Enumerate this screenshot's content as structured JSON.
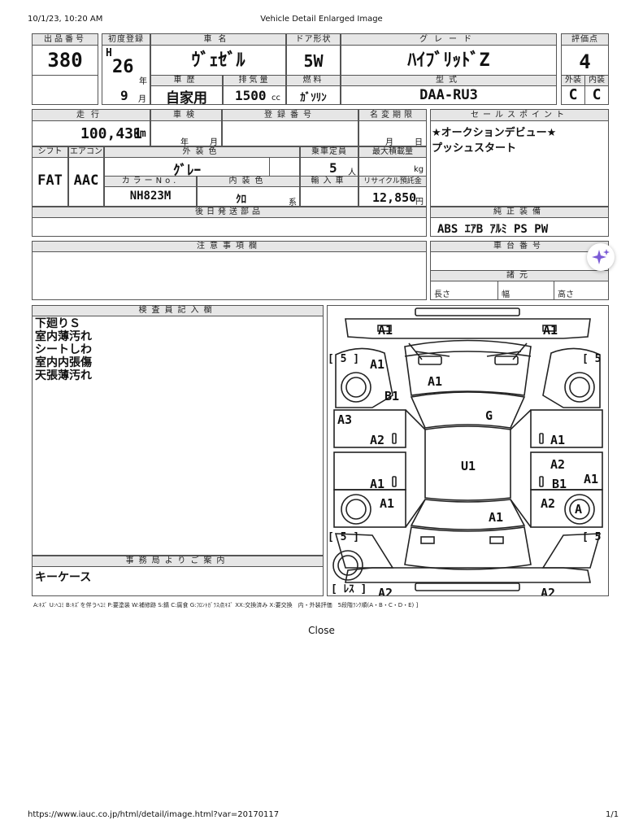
{
  "print_header": {
    "datetime": "10/1/23, 10:20 AM",
    "title": "Vehicle Detail Enlarged Image"
  },
  "labels": {
    "lot_no": "出品番号",
    "first_reg": "初度登録",
    "car_name": "車名",
    "door": "ドア形状",
    "grade": "グレード",
    "score": "評価点",
    "history": "車歴",
    "displacement": "排気量",
    "fuel": "燃料",
    "model_code": "型式",
    "exterior": "外装",
    "interior": "内装",
    "mileage": "走行",
    "inspection": "車検",
    "reg_no": "登録番号",
    "name_change": "名変期限",
    "sales_point": "セールスポイント",
    "shift": "シフト",
    "aircon": "エアコン",
    "ext_color": "外装色",
    "capacity": "乗車定員",
    "max_load": "最大積載量",
    "color_no": "カラーNo.",
    "int_color": "内装色",
    "import": "輸入車",
    "recycle": "リサイクル預託金",
    "later_parts": "後日発送部品",
    "genuine_equipment": "純正装備",
    "notes": "注意事項欄",
    "chassis_no": "車台番号",
    "specs": "諸元",
    "length": "長さ",
    "width": "幅",
    "height": "高さ",
    "inspector_notes": "検査員記入欄",
    "office_info": "事務局よりご案内"
  },
  "units": {
    "year": "年",
    "month": "月",
    "day": "日",
    "km": "km",
    "cc": "cc",
    "persons": "人",
    "kg": "kg",
    "yen": "円",
    "system": "系"
  },
  "vehicle": {
    "lot_no": "380",
    "era": "H",
    "first_reg_year": "26",
    "first_reg_month": "9",
    "car_name": "ｳﾞｪｾﾞﾙ",
    "door": "5W",
    "grade": "ﾊｲﾌﾞﾘｯﾄﾞZ",
    "score": "4",
    "history": "自家用",
    "displacement": "1500",
    "fuel": "ｶﾞｿﾘﾝ",
    "model_code": "DAA-RU3",
    "exterior": "C",
    "interior": "C",
    "mileage": "100,431",
    "shift": "FAT",
    "aircon": "AAC",
    "ext_color": "ｸﾞﾚｰ",
    "capacity": "5",
    "color_no": "NH823M",
    "int_color": "ｸﾛ",
    "recycle": "12,850",
    "equipment": "ABS ｴｱB ｱﾙﾐ PS PW"
  },
  "sales_points": [
    "★オークションデビュー★",
    "プッシュスタート"
  ],
  "inspector_notes": [
    "下廻りＳ",
    "室内薄汚れ",
    "シートしわ",
    "室内内張傷",
    "天張薄汚れ"
  ],
  "office_info": "キーケース",
  "diagram": {
    "marks": {
      "fl_top": "A1",
      "fr_top": "A1",
      "bonnet_left": "A1",
      "bonnet": "A1",
      "fender_left": "B1",
      "front_door_l": "A3",
      "g_glass": "G",
      "door_l_a": "A2",
      "door_r_a": "A1",
      "roof": "U1",
      "rear_door_l": "A1",
      "rear_door_r": "A2",
      "rear_door_r_b": "B1",
      "rear_side_r": "A1",
      "rear_wheel_l": "A1",
      "rear_r_a": "A2",
      "wheel_rr": "A",
      "trunk": "A1",
      "rear_bumper_l": "A2",
      "rear_bumper_r": "A2"
    },
    "tire_fl": "[ 5 ]",
    "tire_fr": "[ 5 ]",
    "tire_rl": "[ 5 ]",
    "tire_rr": "[ 5 ]",
    "spare": "[ ﾚｽ ]"
  },
  "legend": "A:ｷｽﾞ U:ﾍｺﾐ B:ｷｽﾞを伴うﾍｺﾐ P:要塗装 W:補修跡 S:錆 C:腐食 G:ﾌﾛﾝﾄｶﾞﾗｽ点ｷｽﾞ XX:交換済み X:要交換　内・外装評価　5段階ﾗﾝｸ順(A・B・C・D・E) ]",
  "close_label": "Close",
  "footer": {
    "url": "https://www.iauc.co.jp/html/detail/image.html?var=20170117",
    "page": "1/1"
  }
}
